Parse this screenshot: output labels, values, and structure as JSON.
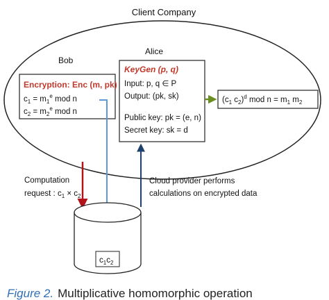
{
  "title": "Client Company",
  "bob": {
    "name": "Bob",
    "enc_label": "Encryption: Enc (m, pk)",
    "c1_lhs": "c",
    "c1_sub": "1",
    "c1_mid": " = m",
    "c1_msub": "1",
    "c1_sup": "e",
    "c1_rhs": " mod n",
    "c2_lhs": "c",
    "c2_sub": "2",
    "c2_mid": " = m",
    "c2_msub": "2",
    "c2_sup": "e",
    "c2_rhs": " mod n"
  },
  "alice": {
    "name": "Alice",
    "keygen": "KeyGen (p, q)",
    "input": "Input: p, q ∈ P",
    "output": "Output: (pk, sk)",
    "pubkey": "Public key: pk = (e, n)",
    "seckey": "Secret key: sk = d"
  },
  "result": {
    "text_a": "(c",
    "sub1": "1",
    "text_b": " c",
    "sub2": "2",
    "text_c": ")",
    "sup_d": "d",
    "text_d": " mod n = m",
    "sub3": "1",
    "text_e": " m",
    "sub4": "2"
  },
  "computation": {
    "line1": "Computation",
    "line2_a": "request : c",
    "sub1": "1",
    "line2_b": " × c",
    "sub2": "2"
  },
  "cloud_note": {
    "line1": "Cloud provider performs",
    "line2": "calculations on encrypted data"
  },
  "cloud_box": {
    "text_a": "c",
    "sub1": "1",
    "text_b": "c",
    "sub2": "2"
  },
  "caption": {
    "label": "Figure 2.",
    "text": "Multiplicative homomorphic operation"
  },
  "colors": {
    "red": "#c0392b",
    "blue": "#5b9bd5",
    "green": "#6b8e23",
    "dark_blue": "#1f3f6e",
    "dark_red": "#b0141a",
    "caption_blue": "#2e6fb5"
  }
}
